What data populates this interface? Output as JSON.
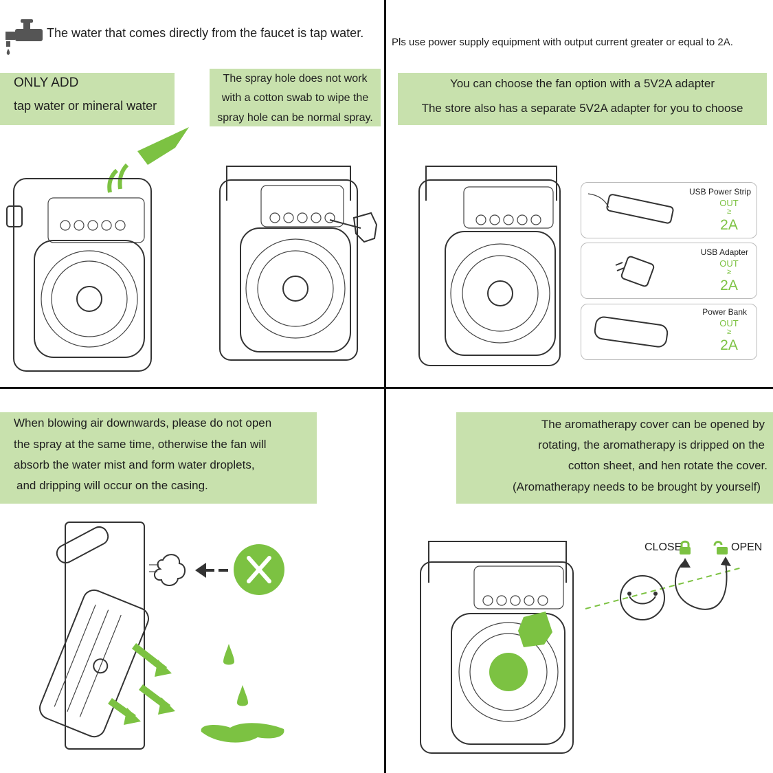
{
  "q1": {
    "faucet_text": "The water that comes directly from the faucet is tap water.",
    "only_add": "ONLY ADD",
    "water_type": "tap water or mineral water",
    "spray_1": "The spray hole does not work",
    "spray_2": "with a cotton swab to wipe the",
    "spray_3": "spray hole can be normal spray."
  },
  "q2": {
    "power_note": "Pls use power supply equipment with output current greater or equal to 2A.",
    "adapter_1": "You can choose the fan option with a 5V2A adapter",
    "adapter_2": "The store also has a separate 5V2A adapter for you to choose",
    "devices": [
      {
        "name": "USB Power Strip",
        "out": "OUT",
        "ge": "≥",
        "amps": "2A"
      },
      {
        "name": "USB Adapter",
        "out": "OUT",
        "ge": "≥",
        "amps": "2A"
      },
      {
        "name": "Power Bank",
        "out": "OUT",
        "ge": "≥",
        "amps": "2A"
      }
    ]
  },
  "q3": {
    "line_1": "When blowing air downwards, please do not open",
    "line_2": "the spray at the same time, otherwise the fan will",
    "line_3": "absorb the water mist and form water droplets,",
    "line_4": "and dripping will occur on the casing."
  },
  "q4": {
    "line_1": "The aromatherapy cover can be opened by",
    "line_2": "rotating, the aromatherapy is dripped on the",
    "line_3": "cotton sheet, and hen rotate the cover.",
    "line_4": "(Aromatherapy needs to be brought by yourself)",
    "close_label": "CLOSE",
    "open_label": "OPEN"
  },
  "colors": {
    "panel_green": "#c8e1ad",
    "accent_green": "#7cc242",
    "line": "#333333"
  }
}
